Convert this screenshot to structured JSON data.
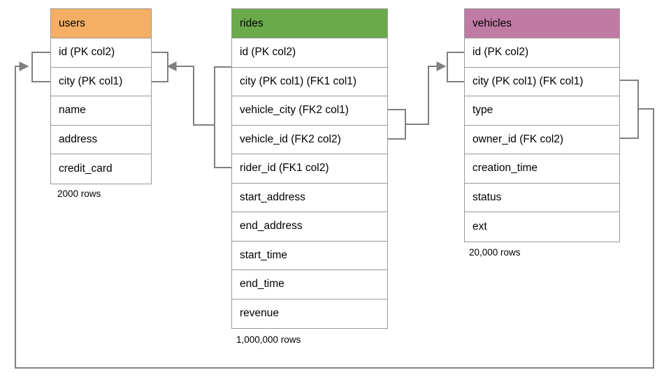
{
  "diagram": {
    "title": "database-schema-er-diagram",
    "background": "#ffffff",
    "line_color": "#808080"
  },
  "tables": [
    {
      "id": "users",
      "name": "users",
      "header_color": "#f5af64",
      "row_count_label": "2000 rows",
      "columns": [
        "id (PK col2)",
        "city (PK col1)",
        "name",
        "address",
        "credit_card"
      ]
    },
    {
      "id": "rides",
      "name": "rides",
      "header_color": "#6aaa4b",
      "row_count_label": "1,000,000 rows",
      "columns": [
        "id (PK col2)",
        "city (PK col1) (FK1 col1)",
        "vehicle_city (FK2 col1)",
        "vehicle_id (FK2 col2)",
        "rider_id (FK1 col2)",
        "start_address",
        "end_address",
        "start_time",
        "end_time",
        "revenue"
      ]
    },
    {
      "id": "vehicles",
      "name": "vehicles",
      "header_color": "#c07ba5",
      "row_count_label": "20,000 rows",
      "columns": [
        "id (PK col2)",
        "city (PK col1) (FK col1)",
        "type",
        "owner_id (FK col2)",
        "creation_time",
        "status",
        "ext"
      ]
    }
  ],
  "relationships": [
    {
      "id": "rides-fk1-users",
      "from_table": "rides",
      "from_columns": [
        "city (PK col1) (FK1 col1)",
        "rider_id (FK1 col2)"
      ],
      "to_table": "users",
      "to_columns": [
        "id (PK col2)",
        "city (PK col1)"
      ],
      "arrow": "to-users"
    },
    {
      "id": "rides-fk2-vehicles",
      "from_table": "rides",
      "from_columns": [
        "vehicle_city (FK2 col1)",
        "vehicle_id (FK2 col2)"
      ],
      "to_table": "vehicles",
      "to_columns": [
        "id (PK col2)",
        "city (PK col1) (FK col1)"
      ],
      "arrow": "to-vehicles"
    },
    {
      "id": "vehicles-fk-users",
      "from_table": "vehicles",
      "from_columns": [
        "city (PK col1) (FK col1)",
        "owner_id (FK col2)"
      ],
      "to_table": "users",
      "to_columns": [
        "id (PK col2)",
        "city (PK col1)"
      ],
      "arrow": "to-users"
    }
  ]
}
